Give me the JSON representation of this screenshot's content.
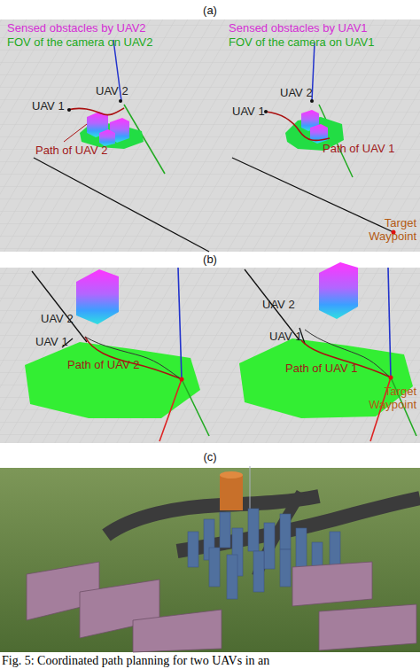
{
  "diagram": {
    "caption": "Fig. 5: Coordinated path planning for two UAVs in an",
    "labels": [
      "(a)",
      "Sensed obstacles by UAV2",
      "FOV of the camera on UAV2",
      "Sensed obstacles by UAV1",
      "FOV of the camera on UAV1",
      "UAV 2",
      "UAV 1",
      "Path of UAV 2",
      "UAV 2",
      "UAV 1",
      "Path of UAV 1",
      "Target Waypoint",
      "(b)",
      "UAV 2",
      "UAV 1",
      "Path of UAV 2",
      "UAV 2",
      "UAV 1",
      "Path of UAV 1",
      "Target Waypoint",
      "(c)"
    ]
  }
}
